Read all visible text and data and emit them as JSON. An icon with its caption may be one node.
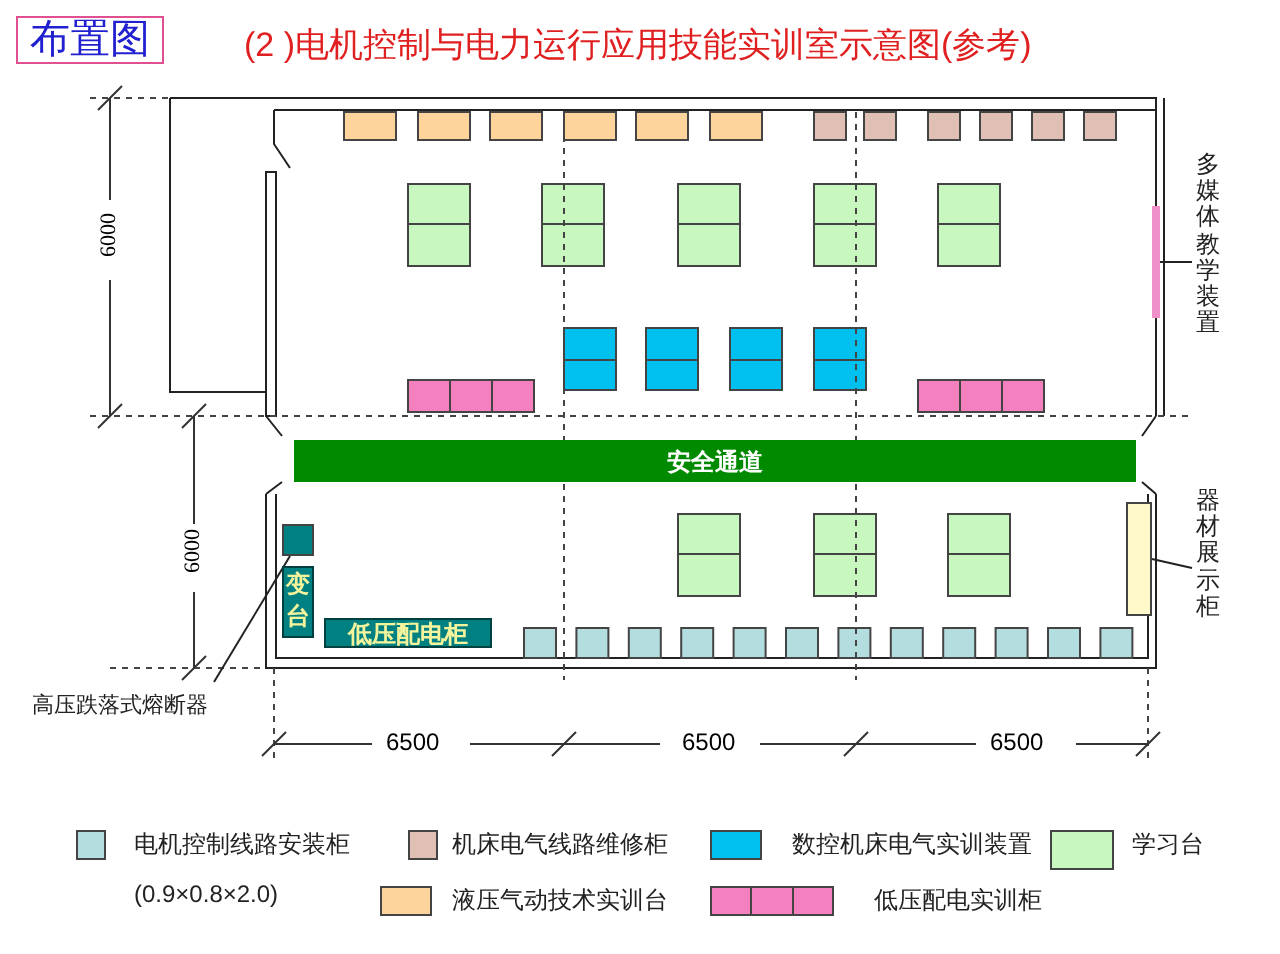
{
  "diagram": {
    "title": "(2 )电机控制与电力运行应用技能实训室示意图(参考)",
    "nodes": [
      {
        "text": [
          "安全通道"
        ]
      },
      {
        "text": [
          "变台"
        ]
      },
      {
        "text": [
          "低压配电柜"
        ]
      },
      {
        "text": [
          "多媒体教学装置"
        ]
      },
      {
        "text": [],
        "shape": "bar"
      },
      {
        "text": [
          "器材展示柜"
        ]
      },
      {
        "text": [],
        "shape": "box"
      },
      {
        "text": [
          "高压跌落式熔断器"
        ]
      },
      {
        "text": [],
        "shape": "box"
      }
    ],
    "edges": [
      {
        "from": 3,
        "to": 4,
        "arrow": "none"
      },
      {
        "from": 5,
        "to": 6,
        "arrow": "none"
      },
      {
        "from": 7,
        "to": 8,
        "arrow": "none"
      }
    ],
    "labels": [
      "布置图",
      "6000",
      "6000",
      "6500",
      "6500",
      "6500"
    ],
    "legend": [
      {
        "text": "电机控制线路安装柜 (0.9×0.8×2.0)",
        "color": "#b4dde0"
      },
      {
        "text": "机床电气线路维修柜",
        "color": "#e0bfb5"
      },
      {
        "text": "数控机床电气实训装置",
        "color": "#00c0f0"
      },
      {
        "text": "学习台",
        "color": "#c8f8c0"
      },
      {
        "text": "液压气动技术实训台",
        "color": "#fcd49c"
      },
      {
        "text": "低压配电实训柜",
        "color": "#f580c0"
      }
    ]
  }
}
